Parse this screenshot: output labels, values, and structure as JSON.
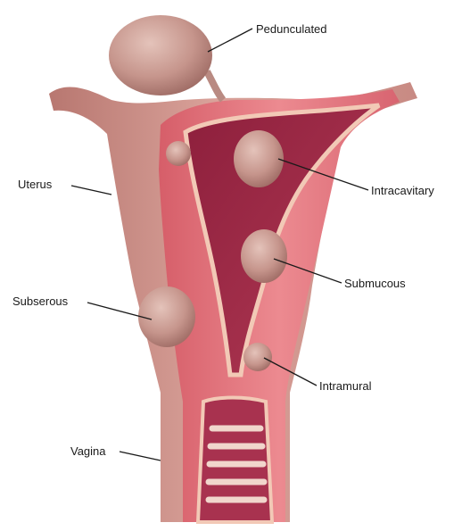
{
  "diagram": {
    "labels": {
      "pedunculated": "Pedunculated",
      "uterus": "Uterus",
      "intracavitary": "Intracavitary",
      "submucous": "Submucous",
      "subserous": "Subserous",
      "intramural": "Intramural",
      "vagina": "Vagina"
    },
    "colors": {
      "outer_tissue": "#c98b84",
      "muscle_wall": "#e2737b",
      "cavity": "#9e2a45",
      "lining": "#f2c9b6",
      "fibroid": "#c99a92",
      "background": "#ffffff"
    }
  }
}
